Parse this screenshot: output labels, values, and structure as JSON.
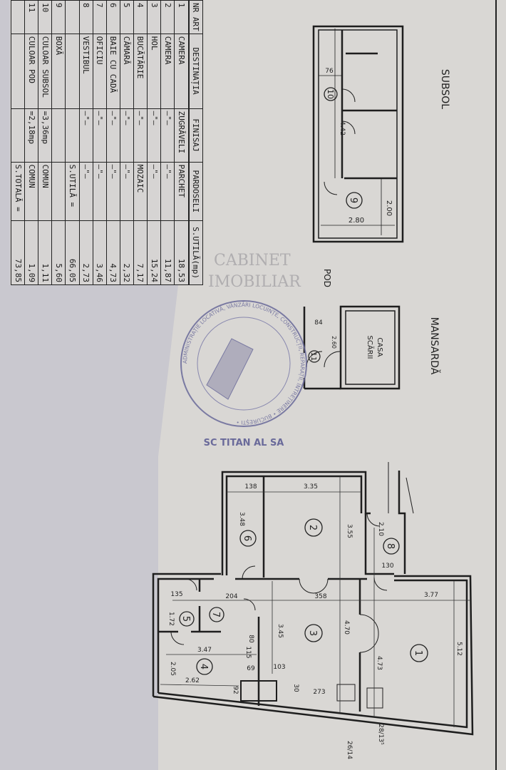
{
  "table": {
    "headers": [
      "NR ART",
      "DESTINAȚIA",
      "FINISAJ",
      "PARDOSELI",
      "S.UTILĂ(mp)"
    ],
    "rows": [
      {
        "nr": "1",
        "destinatia": "CAMERA",
        "finisaj": "ZUGRĂVELI",
        "pardoseli": "PARCHET",
        "suprafata": "18,53"
      },
      {
        "nr": "2",
        "destinatia": "CAMERA",
        "finisaj": "—\"—",
        "pardoseli": "—\"—",
        "suprafata": "11,87"
      },
      {
        "nr": "3",
        "destinatia": "HOL",
        "finisaj": "—\"—",
        "pardoseli": "—\"—",
        "suprafata": "15,24"
      },
      {
        "nr": "4",
        "destinatia": "BUCĂTĂRIE",
        "finisaj": "—\"—",
        "pardoseli": "MOZAIC",
        "suprafata": "7,17"
      },
      {
        "nr": "5",
        "destinatia": "CĂMARĂ",
        "finisaj": "—\"—",
        "pardoseli": "—\"—",
        "suprafata": "2,32"
      },
      {
        "nr": "6",
        "destinatia": "BAIE CU CADĂ",
        "finisaj": "—\"—",
        "pardoseli": "—\"—",
        "suprafata": "4,73"
      },
      {
        "nr": "7",
        "destinatia": "OFICIU",
        "finisaj": "—\"—",
        "pardoseli": "—\"—",
        "suprafata": "3,46"
      },
      {
        "nr": "8",
        "destinatia": "VESTIBUL",
        "finisaj": "—\"—",
        "pardoseli": "—\"—",
        "suprafata": "2,73"
      }
    ],
    "subtotal_label": "S.UTILĂ =",
    "subtotal_value": "66,05",
    "extra_rows": [
      {
        "nr": "9",
        "destinatia": "BOXĂ",
        "finisaj": "",
        "pardoseli": "",
        "suprafata": "5,60"
      },
      {
        "nr": "10",
        "destinatia": "CULOAR SUBSOL",
        "finisaj": "=3,36mp",
        "pardoseli": "COMUN",
        "suprafata": "1,11"
      },
      {
        "nr": "11",
        "destinatia": "CULOAR POD",
        "finisaj": "=2,18mp",
        "pardoseli": "COMUN",
        "suprafata": "1,09"
      }
    ],
    "total_label": "S.TOTALĂ =",
    "total_value": "73,85"
  },
  "subsol": {
    "title": "SUBSOL",
    "rooms": [
      "9",
      "10"
    ],
    "dims": [
      "2.80",
      "2.00",
      "4.42",
      "76"
    ]
  },
  "mansarda": {
    "title": "MANSARDĂ",
    "pod_label": "POD",
    "casa_scarii": [
      "CASA",
      "SCĂRII"
    ],
    "rooms": [
      "11"
    ],
    "dims": [
      "84",
      "2.60"
    ]
  },
  "plan": {
    "rooms": [
      "1",
      "2",
      "3",
      "4",
      "5",
      "6",
      "7",
      "8"
    ],
    "dims": {
      "d138": "138",
      "d335": "3.35",
      "d348": "3.48",
      "d355": "3.55",
      "d210": "2.10",
      "d130": "130",
      "d135": "135",
      "d204": "204",
      "d358": "358",
      "d377": "3.77",
      "d172": "1.72",
      "d345": "3.45",
      "d470": "4.70",
      "d473": "4.73",
      "d512": "5.12",
      "d347": "3.47",
      "d205": "2.05",
      "d262": "2.62",
      "d92": "92",
      "d273": "273",
      "d103": "103",
      "d69": "69",
      "d115": "115",
      "d80": "80",
      "d30": "30",
      "d2614": "26/14",
      "d2813": "28/13⁵"
    }
  },
  "stamp": {
    "text": "ADMINISTRAȚIE LOCATIVĂ, VÂNZĂRI LOCUINȚE, CONSTRUCȚII, REPARAȚII, ÎNTREȚINERE • BUCUREȘTI •",
    "center": "SC TITAN AL SA"
  },
  "watermark": {
    "line1": "CABINET",
    "line2": "IMOBILIAR"
  },
  "colors": {
    "paper": "#d9d7d4",
    "ink": "#1e1e1e",
    "stamp": "#6a6a9a",
    "background": "#c9c8cf"
  }
}
